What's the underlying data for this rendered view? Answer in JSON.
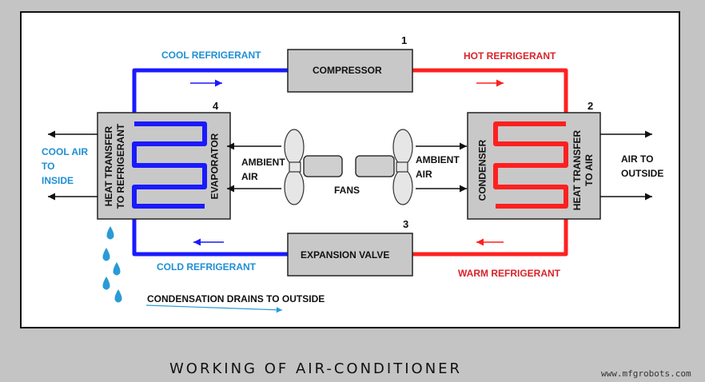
{
  "components": {
    "compressor": {
      "label": "COMPRESSOR",
      "number": "1"
    },
    "condenser": {
      "label": "CONDENSER",
      "number": "2",
      "heat_text": "HEAT TRANSFER\nTO AIR"
    },
    "expansion_valve": {
      "label": "EXPANSION VALVE",
      "number": "3"
    },
    "evaporator": {
      "label": "EVAPORATOR",
      "number": "4",
      "heat_text": "HEAT TRANSFER\nTO REFRIGERANT"
    },
    "fans": {
      "label": "FANS"
    }
  },
  "flow_labels": {
    "cool_refrigerant": "COOL REFRIGERANT",
    "hot_refrigerant": "HOT REFRIGERANT",
    "cold_refrigerant": "COLD REFRIGERANT",
    "warm_refrigerant": "WARM REFRIGERANT",
    "condensation": "CONDENSATION DRAINS TO OUTSIDE"
  },
  "side_labels": {
    "cool_air_inside": "COOL AIR\nTO\nINSIDE",
    "air_to_outside": "AIR TO\nOUTSIDE",
    "ambient_air_left": "AMBIENT\nAIR",
    "ambient_air_right": "AMBIENT\nAIR"
  },
  "footer": {
    "title": "WORKING OF AIR-CONDITIONER",
    "credit": "www.mfgrobots.com"
  },
  "colors": {
    "cold_line": "#1a1aff",
    "hot_line": "#ff2020",
    "label_blue": "#1e8fd4",
    "label_red": "#d8232a",
    "box_fill": "#c8c8c8",
    "water_drop": "#2a9bd6"
  }
}
